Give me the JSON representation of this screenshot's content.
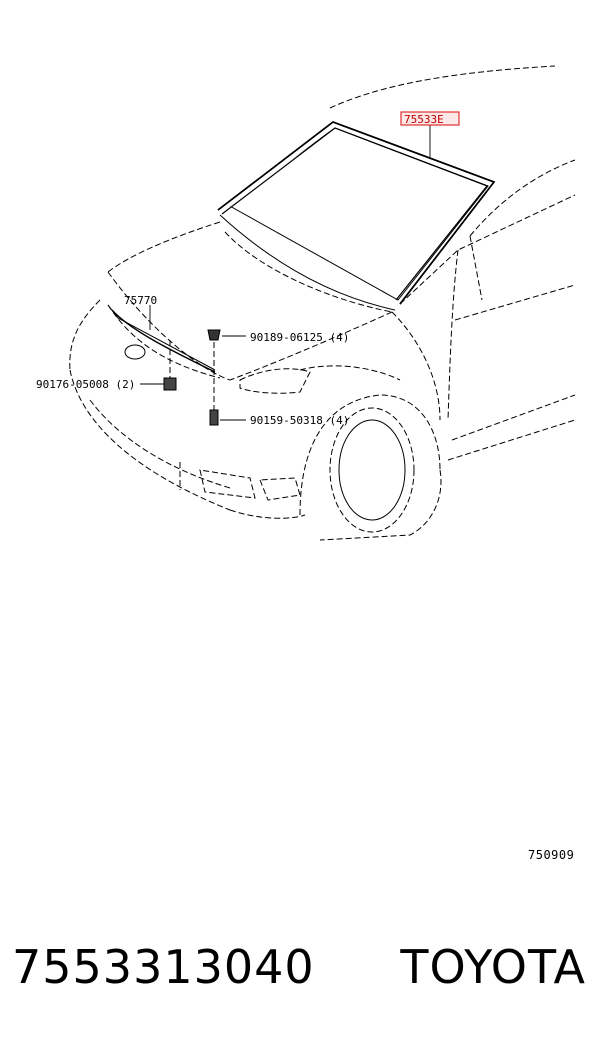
{
  "diagram": {
    "callouts": {
      "windshield_molding": "75533E",
      "hood_trim": "75770",
      "clip_upper": "90189-06125 (4)",
      "clip_left": "90176-05008 (2)",
      "screw_lower": "90159-50318 (4)"
    },
    "highlight_color": "#e03030",
    "reference_code": "750909"
  },
  "footer": {
    "part_number": "7553313040",
    "brand": "TOYOTA"
  }
}
